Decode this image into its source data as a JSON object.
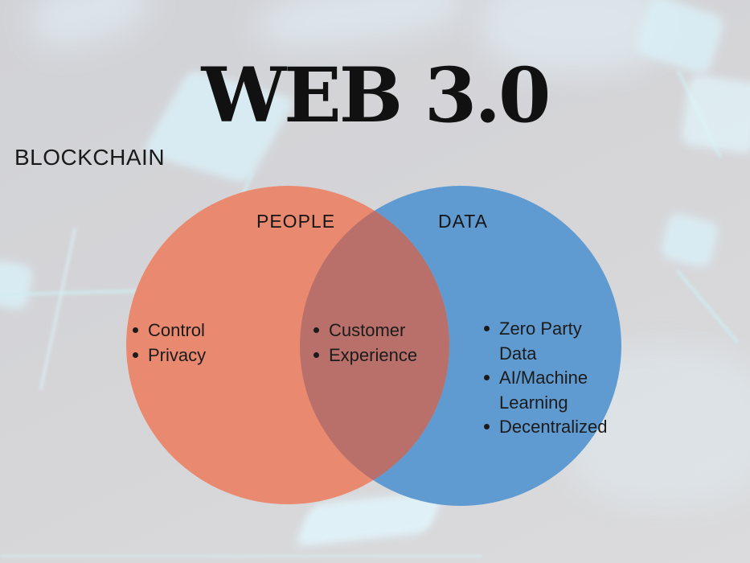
{
  "page": {
    "title": "WEB 3.0",
    "corner_label": "BLOCKCHAIN"
  },
  "venn": {
    "left": {
      "label": "PEOPLE",
      "color": "#E98A70",
      "items": [
        "Control",
        "Privacy"
      ]
    },
    "right": {
      "label": "DATA",
      "color": "#5F9BD1",
      "items": [
        "Zero Party Data",
        "AI/Machine Learning",
        "Decentralized"
      ]
    },
    "overlap": {
      "color": "#B9706A",
      "items": [
        "Customer",
        "Experience"
      ]
    }
  },
  "background": {
    "base_color": "#d5d5d8",
    "node_color": "#d9eef5"
  }
}
